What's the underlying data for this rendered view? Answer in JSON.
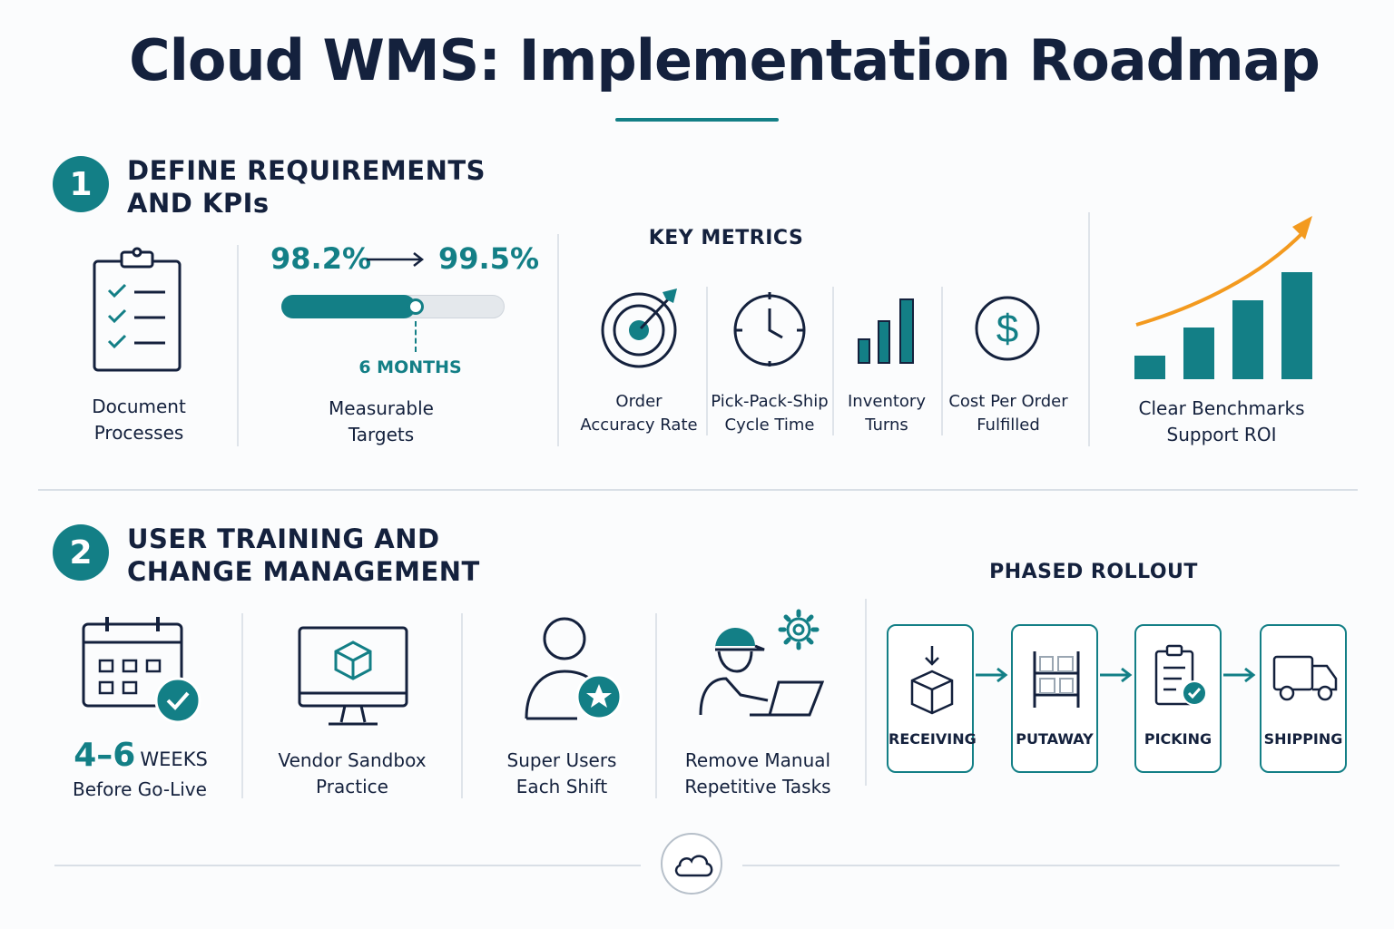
{
  "title": "Cloud WMS: Implementation Roadmap",
  "section1": {
    "number": "1",
    "title": "DEFINE REQUIREMENTS\nAND KPIs",
    "document_label": "Document\nProcesses",
    "target": {
      "from": "98.2%",
      "to": "99.5%",
      "duration": "6 MONTHS",
      "progress": 0.6,
      "label": "Measurable\nTargets"
    },
    "key_metrics": {
      "heading": "KEY METRICS",
      "items": [
        {
          "label": "Order\nAccuracy Rate",
          "icon": "target-icon"
        },
        {
          "label": "Pick-Pack-Ship\nCycle Time",
          "icon": "clock-icon"
        },
        {
          "label": "Inventory\nTurns",
          "icon": "bar-chart-icon"
        },
        {
          "label": "Cost Per Order\nFulfilled",
          "icon": "dollar-icon"
        }
      ]
    },
    "roi": {
      "label": "Clear Benchmarks\nSupport ROI",
      "bars": [
        1,
        2,
        3,
        4
      ]
    }
  },
  "section2": {
    "number": "2",
    "title": "USER TRAINING AND\nCHANGE MANAGEMENT",
    "weeks": {
      "range": "4–6",
      "unit": "WEEKS",
      "label": "Before Go-Live"
    },
    "sandbox_label": "Vendor Sandbox\nPractice",
    "super_users_label": "Super Users\nEach Shift",
    "remove_tasks_label": "Remove Manual\nRepetitive Tasks",
    "phased_rollout": {
      "heading": "PHASED ROLLOUT",
      "phases": [
        "RECEIVING",
        "PUTAWAY",
        "PICKING",
        "SHIPPING"
      ]
    }
  },
  "colors": {
    "teal": "#137f86",
    "navy": "#14213d",
    "orange": "#f39a1f"
  }
}
